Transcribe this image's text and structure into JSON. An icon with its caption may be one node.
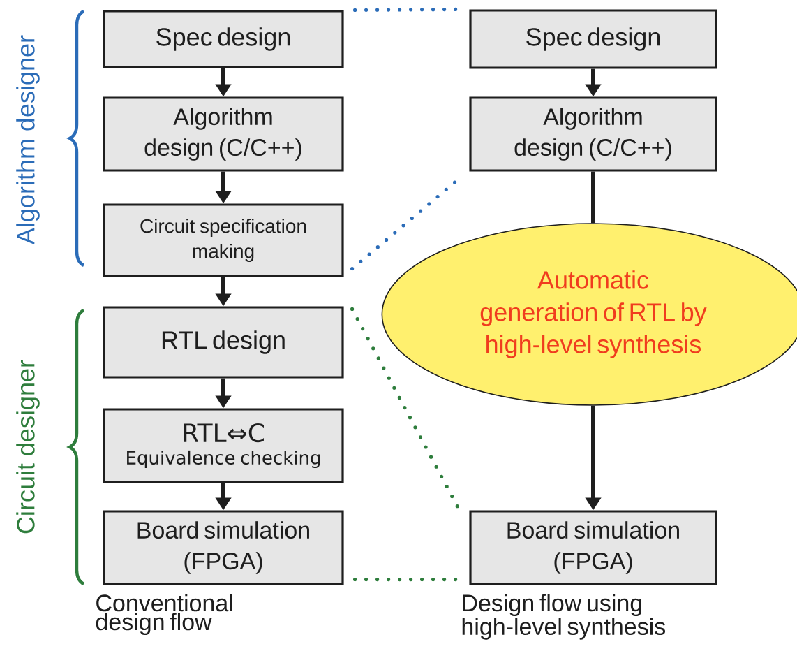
{
  "diagram": {
    "nodes": [
      {
        "text": [
          "Spec design"
        ]
      },
      {
        "text": [
          "Algorithm design (C/C++)"
        ]
      },
      {
        "text": [
          "Circuit specification making"
        ]
      },
      {
        "text": [
          "RTL design"
        ]
      },
      {
        "text": [
          "RTL⇔C",
          "Equivalence checking"
        ]
      },
      {
        "text": [
          "Board simulation (FPGA)"
        ]
      },
      {
        "text": [
          "Spec design"
        ]
      },
      {
        "text": [
          "Algorithm design (C/C++)"
        ]
      },
      {
        "text": [
          "Automatic generation of RTL by high-level synthesis"
        ]
      },
      {
        "text": [
          "Board simulation (FPGA)"
        ]
      }
    ],
    "edges": [
      {
        "from": 0,
        "to": 1,
        "arrow": "to"
      },
      {
        "from": 1,
        "to": 2,
        "arrow": "to"
      },
      {
        "from": 2,
        "to": 3,
        "arrow": "to"
      },
      {
        "from": 3,
        "to": 4,
        "arrow": "to"
      },
      {
        "from": 4,
        "to": 5,
        "arrow": "to"
      },
      {
        "from": 6,
        "to": 7,
        "arrow": "to"
      },
      {
        "from": 7,
        "to": 8,
        "arrow": "none"
      },
      {
        "from": 8,
        "to": 9,
        "arrow": "to"
      },
      {
        "from": 0,
        "to": 6,
        "arrow": "none",
        "style": "dashed",
        "color": "#2b6cb8"
      },
      {
        "from": 2,
        "to": 7,
        "arrow": "none",
        "style": "dashed",
        "color": "#2b6cb8"
      },
      {
        "from": 3,
        "to": 9,
        "arrow": "none",
        "style": "dashed",
        "color": "#2e7d3c"
      },
      {
        "from": 5,
        "to": 9,
        "arrow": "none",
        "style": "dashed",
        "color": "#2e7d3c"
      }
    ],
    "labels": [
      "Algorithm designer",
      "Circuit designer",
      "Conventional design flow",
      "Design flow using high-level synthesis"
    ]
  }
}
